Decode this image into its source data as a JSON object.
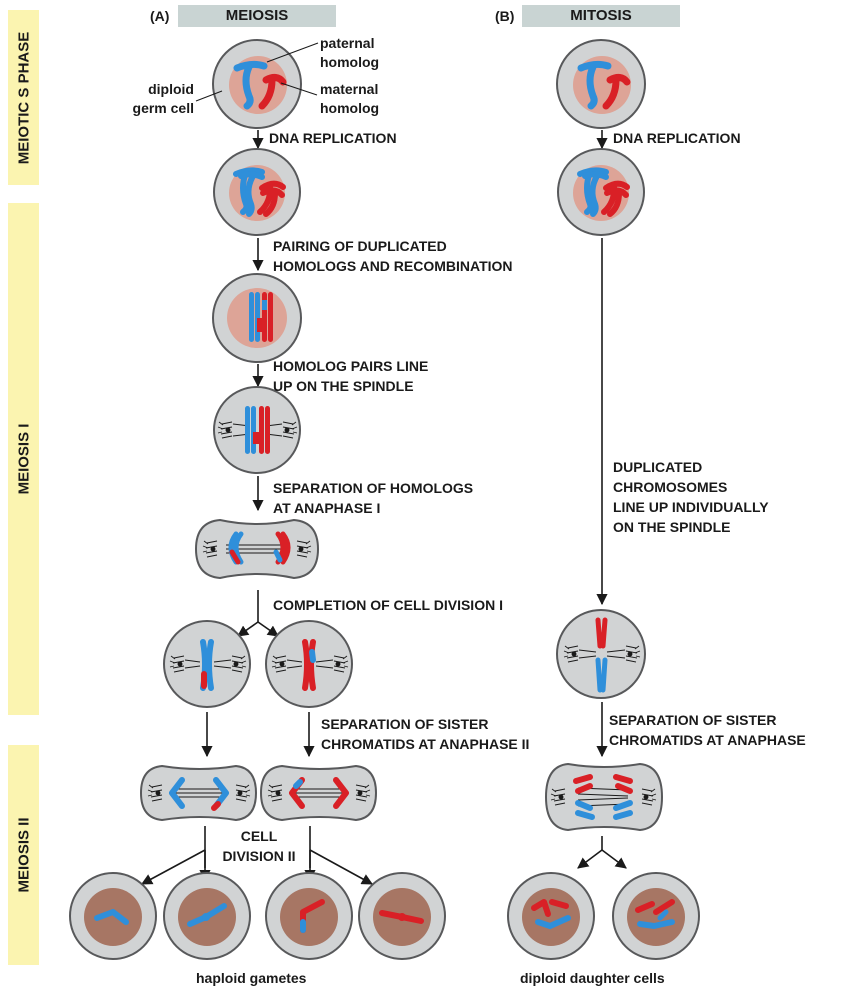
{
  "colors": {
    "phase_band": "#fbf4b0",
    "header_bar": "#c9d4d3",
    "cell_fill": "#d1d3d4",
    "cell_outline": "#58595b",
    "nucleus_early": "#dda497",
    "nucleus_gamete": "#a77664",
    "paternal_chromosome": "#2f8fda",
    "maternal_chromosome": "#d92026"
  },
  "phases": {
    "s_phase": "MEIOTIC S PHASE",
    "meiosis_1": "MEIOSIS I",
    "meiosis_2": "MEIOSIS II"
  },
  "panel_a": {
    "tag": "(A)",
    "title": "MEIOSIS",
    "callouts": {
      "paternal": "paternal\nhomolog",
      "maternal": "maternal\nhomolog",
      "germ_cell": "diploid\ngerm cell"
    },
    "steps": {
      "replication": "DNA REPLICATION",
      "pairing": "PAIRING OF DUPLICATED\nHOMOLOGS AND RECOMBINATION",
      "line_up": "HOMOLOG PAIRS LINE\nUP ON THE SPINDLE",
      "separation_1": "SEPARATION OF HOMOLOGS\nAT ANAPHASE I",
      "completion_1": "COMPLETION OF CELL DIVISION I",
      "separation_2": "SEPARATION OF SISTER\nCHROMATIDS AT ANAPHASE II",
      "division_2": "CELL\nDIVISION II"
    },
    "result": "haploid gametes"
  },
  "panel_b": {
    "tag": "(B)",
    "title": "MITOSIS",
    "steps": {
      "replication": "DNA REPLICATION",
      "line_up": "DUPLICATED\nCHROMOSOMES\nLINE UP INDIVIDUALLY\nON THE SPINDLE",
      "separation": "SEPARATION OF SISTER\nCHROMATIDS AT ANAPHASE"
    },
    "result": "diploid daughter cells"
  }
}
